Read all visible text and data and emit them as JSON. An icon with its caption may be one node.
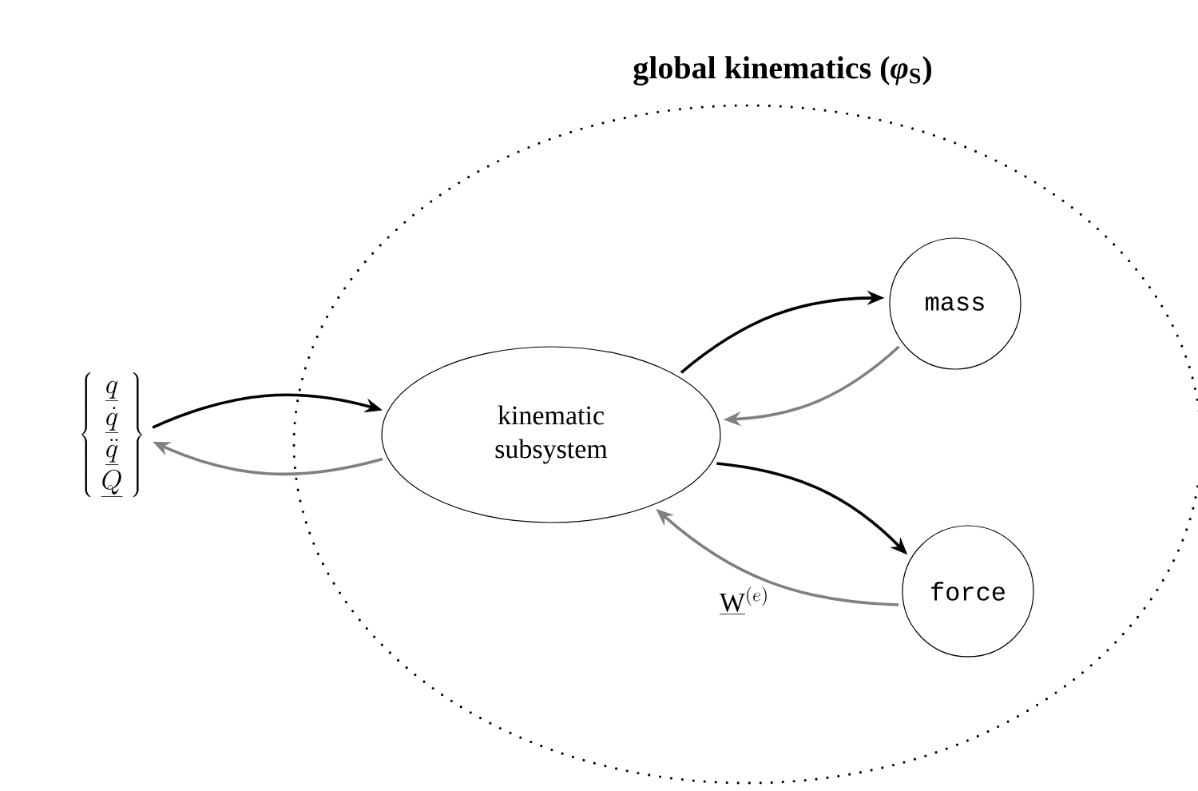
{
  "diagram": {
    "nodes": [
      {
        "text": [
          "global kinematics (*φ*$_{S}$)"
        ]
      },
      {
        "text": [
          "\\left\\{\\begin{array}{c}\\underline{q}\\\\ \\underline{\\dot{q}}\\\\ \\underline{\\ddot{q}}\\\\ \\underline{Q}\\end{array}\\right\\}"
        ]
      },
      {
        "text": [
          "kinematic subsystem"
        ],
        "in": 0
      },
      {
        "text": [
          "mass"
        ],
        "in": 0
      },
      {
        "text": [
          "force"
        ],
        "in": 0
      }
    ],
    "edges": [
      {
        "from": 1,
        "to": 2,
        "arrow": "to"
      },
      {
        "from": 2,
        "to": 1,
        "arrow": "to",
        "color": "#808080"
      },
      {
        "from": 2,
        "to": 3,
        "arrow": "to"
      },
      {
        "from": 3,
        "to": 2,
        "arrow": "to",
        "color": "#808080"
      },
      {
        "from": 2,
        "to": 4,
        "arrow": "to"
      },
      {
        "from": 4,
        "to": 2,
        "arrow": "to",
        "color": "#808080",
        "label": "\\underline{\\mathrm{W}}^{(e)}"
      }
    ]
  }
}
